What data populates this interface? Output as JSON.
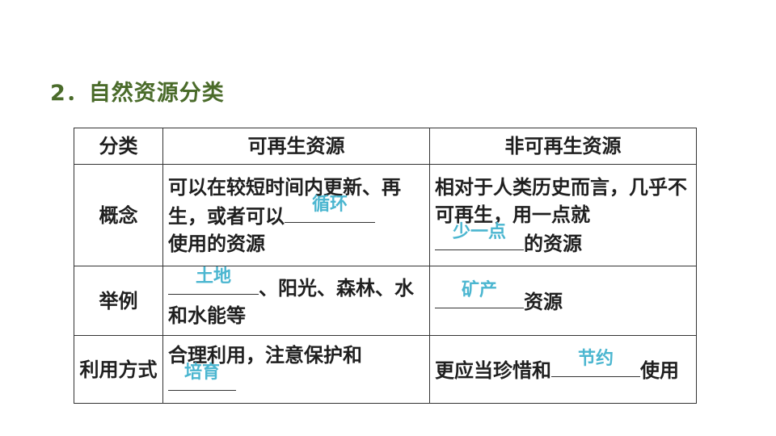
{
  "heading": "2．自然资源分类",
  "table": {
    "headers": [
      "分类",
      "可再生资源",
      "非可再生资源"
    ],
    "rows": {
      "concept": {
        "label": "概念",
        "renewable": {
          "before": "可以在较短时间内更新、再生，或者可以",
          "answer": "循环",
          "after": "使用的资源"
        },
        "nonrenewable": {
          "before": "相对于人类历史而言，几乎不可再生，用一点就",
          "answer": "少一点",
          "after": "的资源"
        }
      },
      "example": {
        "label": "举例",
        "renewable": {
          "answer": "土地",
          "after": "、阳光、森林、水和水能等"
        },
        "nonrenewable": {
          "answer": "矿产",
          "after": "资源"
        }
      },
      "usage": {
        "label": "利用方式",
        "renewable": {
          "before": "合理利用，注意保护和",
          "answer": "培育"
        },
        "nonrenewable": {
          "before": "更应当珍惜和",
          "answer": "节约",
          "after": "使用"
        }
      }
    }
  },
  "colors": {
    "heading": "#4a6b2a",
    "answer": "#4bb6d0"
  }
}
